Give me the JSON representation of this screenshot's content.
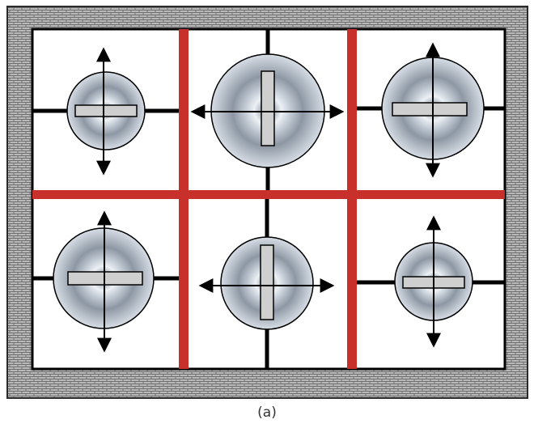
{
  "figure": {
    "caption": "(a)",
    "colors": {
      "wall_fill": "#b9b9b9",
      "wall_mortar": "#6f6f6f",
      "wall_outline": "#2b2b2b",
      "room_background": "#ffffff",
      "divider": "#c8302c",
      "beam": "#000000",
      "dish_edge": "#d7dde5",
      "dish_mid": "#8d97a3",
      "dish_center": "#c2cad4",
      "dish_inner": "#8d97a3",
      "bar_fill": "#cfcfcf",
      "arrow": "#000000"
    },
    "units": [
      {
        "id": "top-left",
        "size": "small",
        "bar_orientation": "horizontal",
        "arrow_axis": "vertical"
      },
      {
        "id": "top-center",
        "size": "large",
        "bar_orientation": "vertical",
        "arrow_axis": "horizontal"
      },
      {
        "id": "top-right",
        "size": "medium",
        "bar_orientation": "horizontal",
        "arrow_axis": "vertical"
      },
      {
        "id": "bottom-left",
        "size": "medium",
        "bar_orientation": "horizontal",
        "arrow_axis": "vertical"
      },
      {
        "id": "bottom-center",
        "size": "medium",
        "bar_orientation": "vertical",
        "arrow_axis": "horizontal"
      },
      {
        "id": "bottom-right",
        "size": "small",
        "bar_orientation": "horizontal",
        "arrow_axis": "vertical"
      }
    ]
  }
}
